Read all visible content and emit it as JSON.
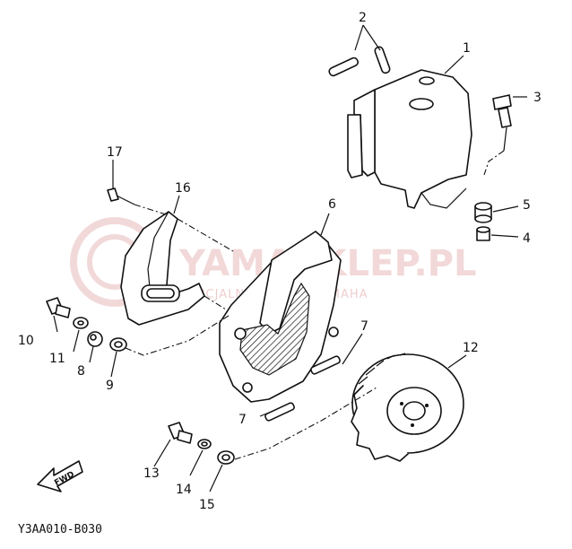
{
  "watermark": {
    "main": "YAMASKLEP.PL",
    "sub": "OFICJALNY DEALER YAMAHA",
    "color": "#e8b9b9"
  },
  "diagram_code": "Y3AA010-B030",
  "fwd_label": "FWD",
  "callouts": {
    "c1": "1",
    "c2": "2",
    "c3": "3",
    "c4": "4",
    "c5": "5",
    "c6": "6",
    "c7a": "7",
    "c7b": "7",
    "c8": "8",
    "c9": "9",
    "c10": "10",
    "c11": "11",
    "c12": "12",
    "c13": "13",
    "c14": "14",
    "c15": "15",
    "c16": "16",
    "c17": "17"
  }
}
